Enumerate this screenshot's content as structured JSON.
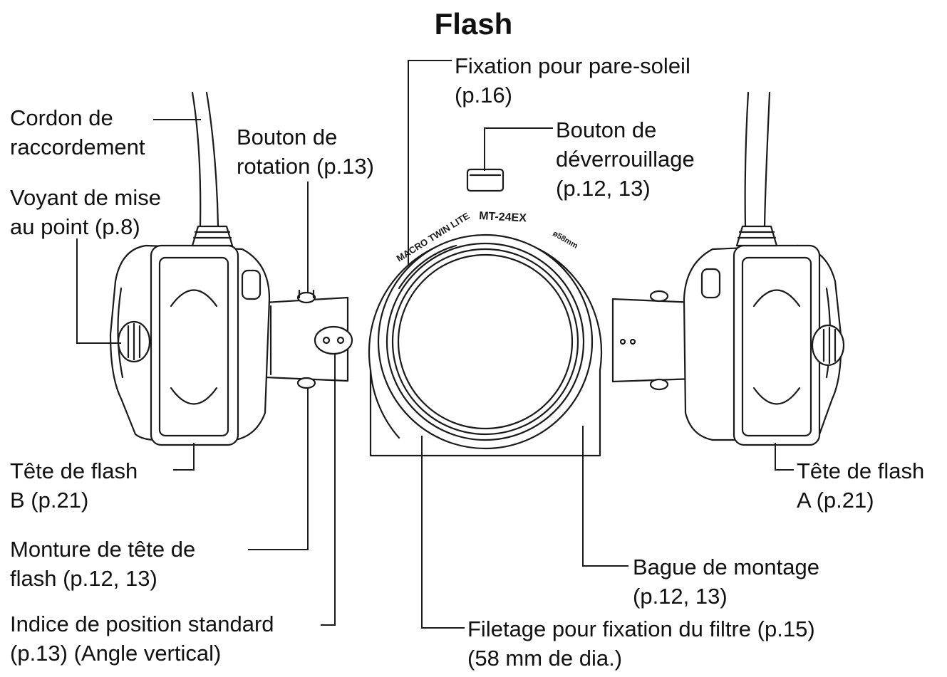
{
  "title": "Flash",
  "device_markings": {
    "model": "MT-24EX",
    "brand": "MACRO TWIN LITE",
    "mount_size": "ø58mm"
  },
  "labels": {
    "cordon": [
      "Cordon de",
      "raccordement"
    ],
    "voyant": [
      "Voyant de mise",
      "au point (p.8)"
    ],
    "bouton_rotation": [
      "Bouton de",
      "rotation (p.13)"
    ],
    "fixation": [
      "Fixation pour pare-soleil",
      "(p.16)"
    ],
    "bouton_deverrouillage": [
      "Bouton de",
      "déverrouillage",
      "(p.12, 13)"
    ],
    "tete_b": [
      "Tête de flash",
      "B (p.21)"
    ],
    "tete_a": [
      "Tête de flash",
      "A (p.21)"
    ],
    "monture": [
      "Monture de tête de",
      "flash (p.12, 13)"
    ],
    "indice": [
      "Indice de position standard",
      "(p.13) (Angle vertical)"
    ],
    "bague": [
      "Bague de montage",
      "(p.12, 13)"
    ],
    "filetage": [
      "Filetage pour fixation du filtre (p.15)",
      "(58 mm de dia.)"
    ]
  }
}
